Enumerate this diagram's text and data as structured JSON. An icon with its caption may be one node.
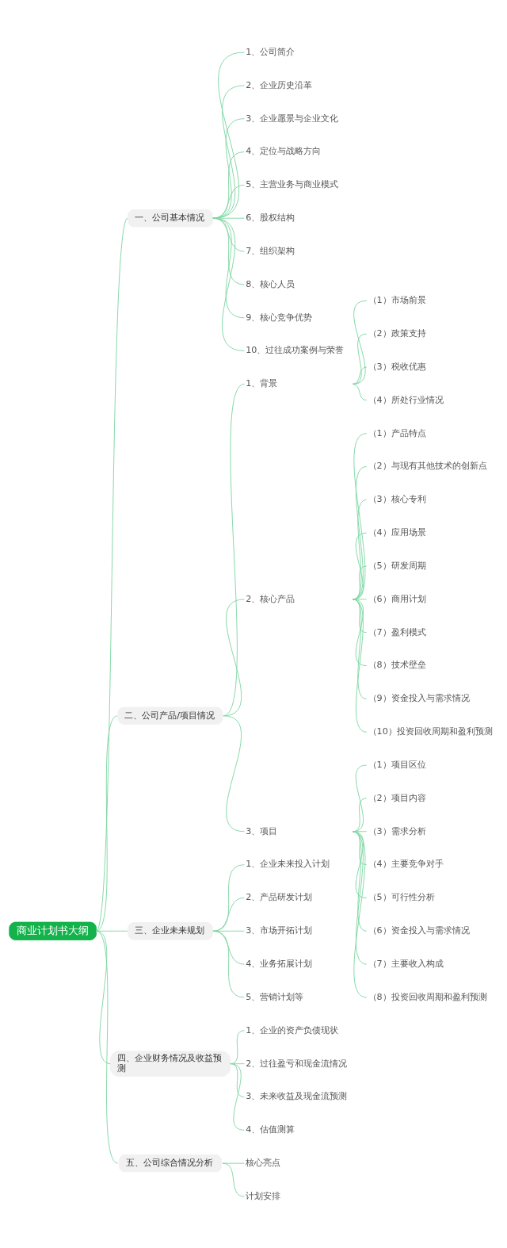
{
  "diagram": {
    "nodes": [
      {
        "text": [
          "商业计划书大纲"
        ]
      },
      {
        "text": [
          "一、公司基本情况"
        ]
      },
      {
        "text": [
          "1、公司简介"
        ]
      },
      {
        "text": [
          "2、企业历史沿革"
        ]
      },
      {
        "text": [
          "3、企业愿景与企业文化"
        ]
      },
      {
        "text": [
          "4、定位与战略方向"
        ]
      },
      {
        "text": [
          "5、主营业务与商业模式"
        ]
      },
      {
        "text": [
          "6、股权结构"
        ]
      },
      {
        "text": [
          "7、组织架构"
        ]
      },
      {
        "text": [
          "8、核心人员"
        ]
      },
      {
        "text": [
          "9、核心竞争优势"
        ]
      },
      {
        "text": [
          "10、过往成功案例与荣誉"
        ]
      },
      {
        "text": [
          "二、公司产品/项目情况"
        ]
      },
      {
        "text": [
          "1、背景"
        ]
      },
      {
        "text": [
          "（1）市场前景"
        ]
      },
      {
        "text": [
          "（2）政策支持"
        ]
      },
      {
        "text": [
          "（3）税收优惠"
        ]
      },
      {
        "text": [
          "（4）所处行业情况"
        ]
      },
      {
        "text": [
          "2、核心产品"
        ]
      },
      {
        "text": [
          "（1）产品特点"
        ]
      },
      {
        "text": [
          "（2）与现有其他技术的创新点"
        ]
      },
      {
        "text": [
          "（3）核心专利"
        ]
      },
      {
        "text": [
          "（4）应用场景"
        ]
      },
      {
        "text": [
          "（5）研发周期"
        ]
      },
      {
        "text": [
          "（6）商用计划"
        ]
      },
      {
        "text": [
          "（7）盈利模式"
        ]
      },
      {
        "text": [
          "（8）技术壁垒"
        ]
      },
      {
        "text": [
          "（9）资金投入与需求情况"
        ]
      },
      {
        "text": [
          "（10）投资回收周期和盈利预测"
        ]
      },
      {
        "text": [
          "3、项目"
        ]
      },
      {
        "text": [
          "（1）项目区位"
        ]
      },
      {
        "text": [
          "（2）项目内容"
        ]
      },
      {
        "text": [
          "（3）需求分析"
        ]
      },
      {
        "text": [
          "（4）主要竞争对手"
        ]
      },
      {
        "text": [
          "（5）可行性分析"
        ]
      },
      {
        "text": [
          "（6）资金投入与需求情况"
        ]
      },
      {
        "text": [
          "（7）主要收入构成"
        ]
      },
      {
        "text": [
          "（8）投资回收周期和盈利预测"
        ]
      },
      {
        "text": [
          "三、企业未来规划"
        ]
      },
      {
        "text": [
          "1、企业未来投入计划"
        ]
      },
      {
        "text": [
          "2、产品研发计划"
        ]
      },
      {
        "text": [
          "3、市场开拓计划"
        ]
      },
      {
        "text": [
          "4、业务拓展计划"
        ]
      },
      {
        "text": [
          "5、营销计划等"
        ]
      },
      {
        "text": [
          "四、企业财务情况及收益预测"
        ]
      },
      {
        "text": [
          "1、企业的资产负债现状"
        ]
      },
      {
        "text": [
          "2、过往盈亏和现金流情况"
        ]
      },
      {
        "text": [
          "3、未来收益及现金流预测"
        ]
      },
      {
        "text": [
          "4、估值测算"
        ]
      },
      {
        "text": [
          "五、公司综合情况分析"
        ]
      },
      {
        "text": [
          "核心亮点"
        ]
      },
      {
        "text": [
          "计划安排"
        ]
      }
    ],
    "edges": [
      {
        "from": 0,
        "to": 1,
        "arrow": "none"
      },
      {
        "from": 1,
        "to": 2,
        "arrow": "none"
      },
      {
        "from": 1,
        "to": 3,
        "arrow": "none"
      },
      {
        "from": 1,
        "to": 4,
        "arrow": "none"
      },
      {
        "from": 1,
        "to": 5,
        "arrow": "none"
      },
      {
        "from": 1,
        "to": 6,
        "arrow": "none"
      },
      {
        "from": 1,
        "to": 7,
        "arrow": "none"
      },
      {
        "from": 1,
        "to": 8,
        "arrow": "none"
      },
      {
        "from": 1,
        "to": 9,
        "arrow": "none"
      },
      {
        "from": 1,
        "to": 10,
        "arrow": "none"
      },
      {
        "from": 1,
        "to": 11,
        "arrow": "none"
      },
      {
        "from": 0,
        "to": 12,
        "arrow": "none"
      },
      {
        "from": 12,
        "to": 13,
        "arrow": "none"
      },
      {
        "from": 13,
        "to": 14,
        "arrow": "none"
      },
      {
        "from": 13,
        "to": 15,
        "arrow": "none"
      },
      {
        "from": 13,
        "to": 16,
        "arrow": "none"
      },
      {
        "from": 13,
        "to": 17,
        "arrow": "none"
      },
      {
        "from": 12,
        "to": 18,
        "arrow": "none"
      },
      {
        "from": 18,
        "to": 19,
        "arrow": "none"
      },
      {
        "from": 18,
        "to": 20,
        "arrow": "none"
      },
      {
        "from": 18,
        "to": 21,
        "arrow": "none"
      },
      {
        "from": 18,
        "to": 22,
        "arrow": "none"
      },
      {
        "from": 18,
        "to": 23,
        "arrow": "none"
      },
      {
        "from": 18,
        "to": 24,
        "arrow": "none"
      },
      {
        "from": 18,
        "to": 25,
        "arrow": "none"
      },
      {
        "from": 18,
        "to": 26,
        "arrow": "none"
      },
      {
        "from": 18,
        "to": 27,
        "arrow": "none"
      },
      {
        "from": 18,
        "to": 28,
        "arrow": "none"
      },
      {
        "from": 12,
        "to": 29,
        "arrow": "none"
      },
      {
        "from": 29,
        "to": 30,
        "arrow": "none"
      },
      {
        "from": 29,
        "to": 31,
        "arrow": "none"
      },
      {
        "from": 29,
        "to": 32,
        "arrow": "none"
      },
      {
        "from": 29,
        "to": 33,
        "arrow": "none"
      },
      {
        "from": 29,
        "to": 34,
        "arrow": "none"
      },
      {
        "from": 29,
        "to": 35,
        "arrow": "none"
      },
      {
        "from": 29,
        "to": 36,
        "arrow": "none"
      },
      {
        "from": 29,
        "to": 37,
        "arrow": "none"
      },
      {
        "from": 0,
        "to": 38,
        "arrow": "none"
      },
      {
        "from": 38,
        "to": 39,
        "arrow": "none"
      },
      {
        "from": 38,
        "to": 40,
        "arrow": "none"
      },
      {
        "from": 38,
        "to": 41,
        "arrow": "none"
      },
      {
        "from": 38,
        "to": 42,
        "arrow": "none"
      },
      {
        "from": 38,
        "to": 43,
        "arrow": "none"
      },
      {
        "from": 0,
        "to": 44,
        "arrow": "none"
      },
      {
        "from": 44,
        "to": 45,
        "arrow": "none"
      },
      {
        "from": 44,
        "to": 46,
        "arrow": "none"
      },
      {
        "from": 44,
        "to": 47,
        "arrow": "none"
      },
      {
        "from": 44,
        "to": 48,
        "arrow": "none"
      },
      {
        "from": 0,
        "to": 49,
        "arrow": "none"
      },
      {
        "from": 49,
        "to": 50,
        "arrow": "none"
      },
      {
        "from": 49,
        "to": 51,
        "arrow": "none"
      }
    ]
  }
}
